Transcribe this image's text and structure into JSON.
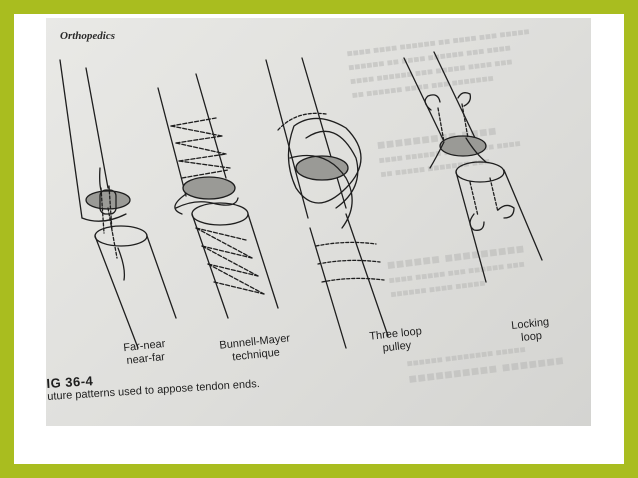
{
  "page": {
    "header": "Orthopedics",
    "figure_number": "IG 36-4",
    "caption": "uture patterns used to appose tendon ends."
  },
  "techniques": [
    {
      "id": "far-near",
      "label_lines": [
        "Far-near",
        "near-far"
      ]
    },
    {
      "id": "bunnell-mayer",
      "label_lines": [
        "Bunnell-Mayer",
        "technique"
      ]
    },
    {
      "id": "three-loop",
      "label_lines": [
        "Three loop",
        "pulley"
      ]
    },
    {
      "id": "locking-loop",
      "label_lines": [
        "Locking",
        "loop"
      ]
    }
  ],
  "colors": {
    "border": "#a9bd1f",
    "paper": "#e6e6e3",
    "ink": "#1e1e1e"
  }
}
